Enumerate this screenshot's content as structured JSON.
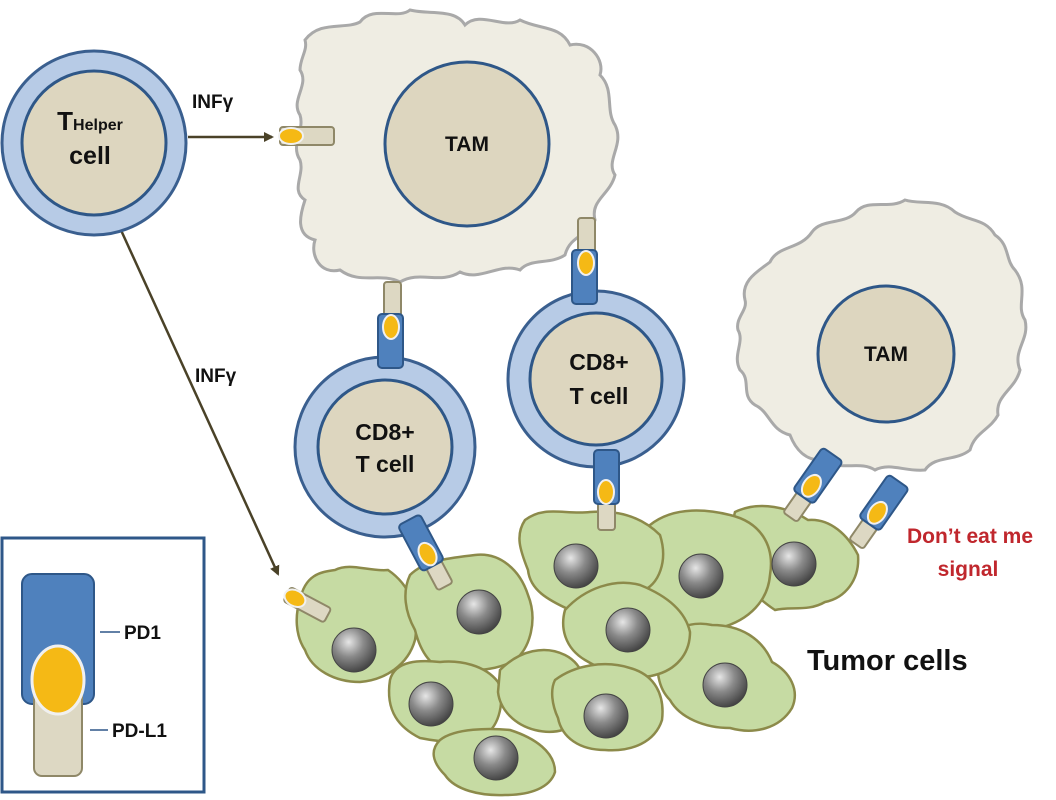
{
  "labels": {
    "thelper_main": "T",
    "thelper_sub": "Helper",
    "thelper_cell": "cell",
    "infg_top": "INFγ",
    "infg_diag": "INFγ",
    "tam_top": "TAM",
    "tam_right": "TAM",
    "cd8_left_line1": "CD8+",
    "cd8_left_line2": "T cell",
    "cd8_mid_line1": "CD8+",
    "cd8_mid_line2": "T cell",
    "dont_eat_line1": "Don’t eat me",
    "dont_eat_line2": "signal",
    "tumor_cells": "Tumor cells"
  },
  "legend": {
    "pd1": "PD1",
    "pdl1": "PD-L1"
  },
  "colors": {
    "tcell_outer": "#b7cbe6",
    "tcell_border": "#3a5f8f",
    "nucleus_fill": "#ddd6bf",
    "tam_fill": "#efede3",
    "tam_border": "#a9a9a9",
    "tumor_fill": "#c6dba3",
    "tumor_border": "#8c8a4a",
    "pd1_blue": "#4f81bd",
    "pdl1_tan": "#ddd8c3",
    "ligand_yellow": "#f5b915",
    "arrow": "#4a4228",
    "signal_red": "#c0272d"
  }
}
